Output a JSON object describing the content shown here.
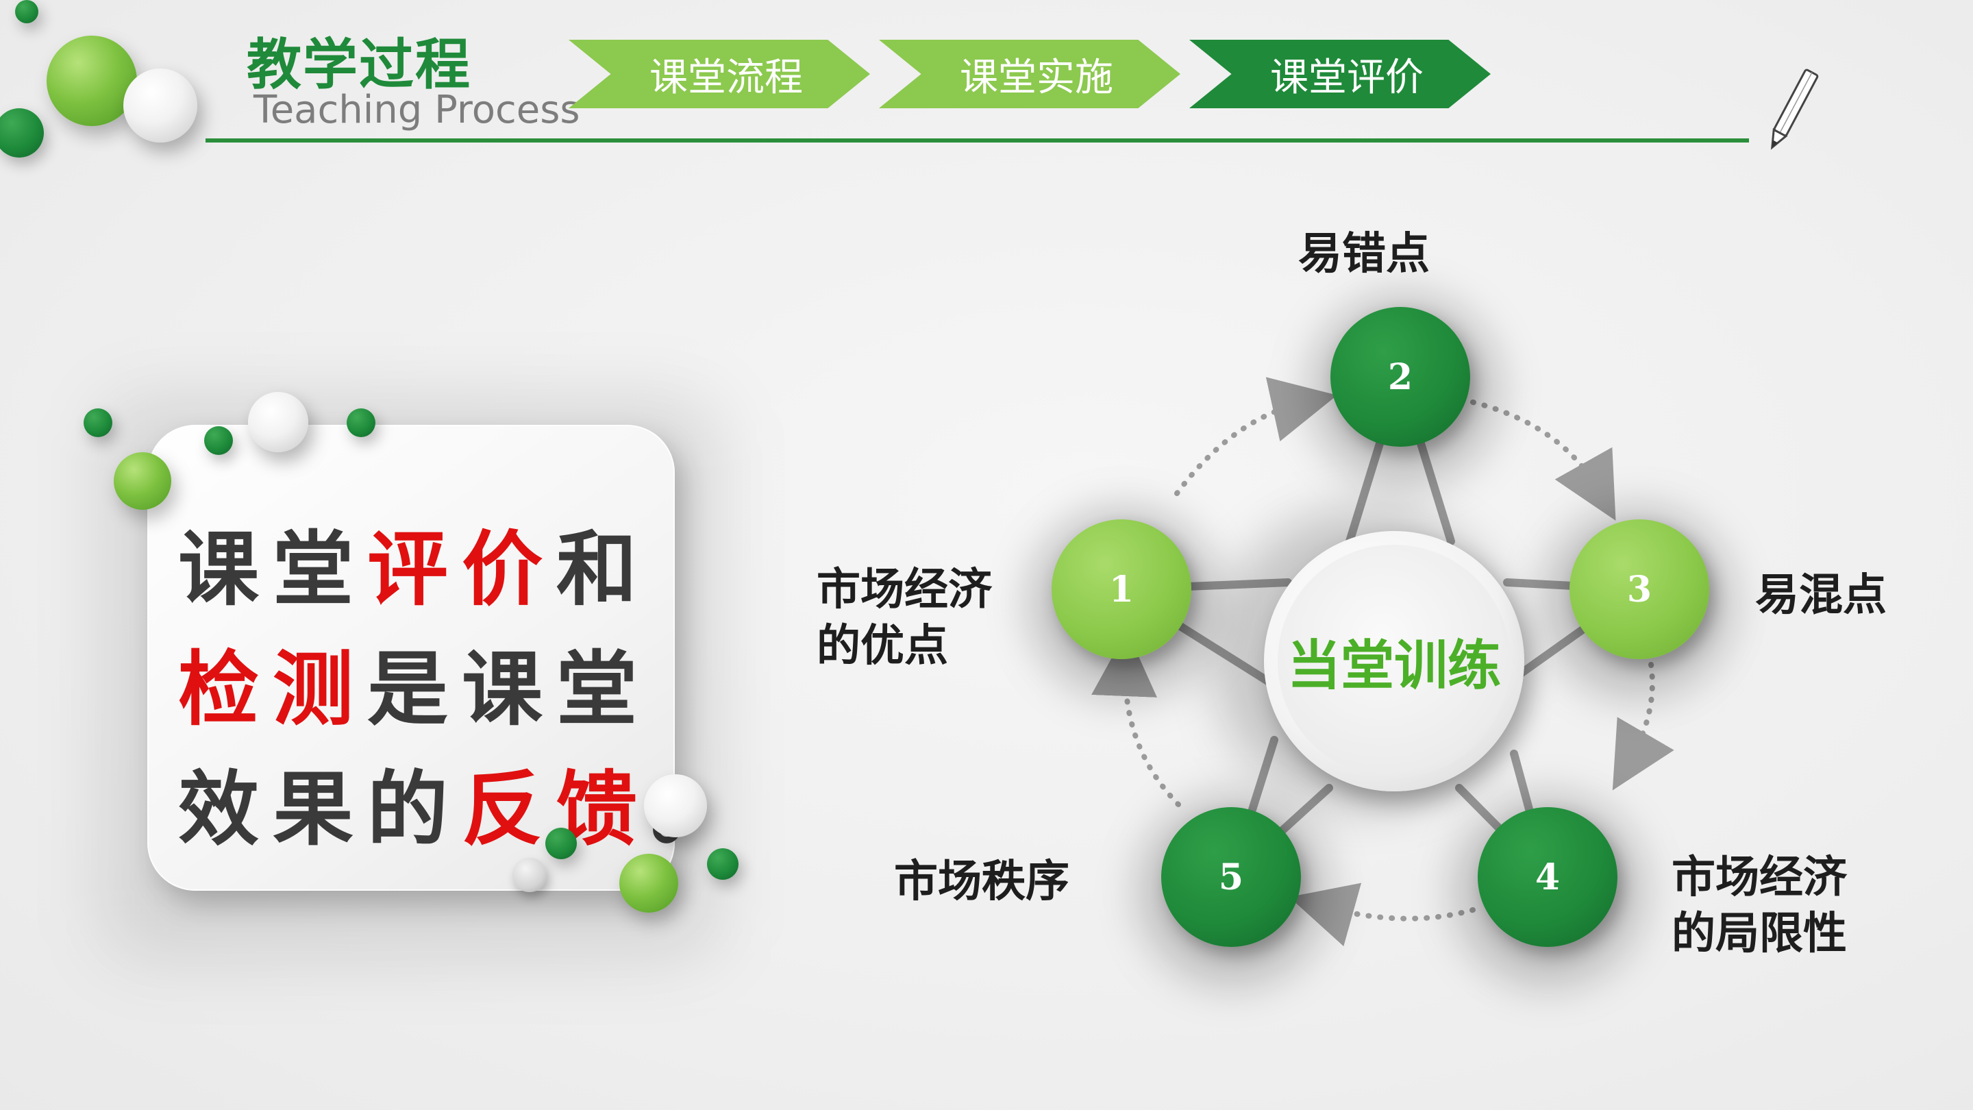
{
  "header": {
    "title": "教学过程",
    "subtitle": "Teaching Process",
    "steps": [
      {
        "label": "课堂流程",
        "state": "light"
      },
      {
        "label": "课堂实施",
        "state": "light"
      },
      {
        "label": "课堂评价",
        "state": "active"
      }
    ],
    "icon": "pen-icon"
  },
  "card": {
    "line1": {
      "a": "课堂",
      "b": "评价",
      "c": "和"
    },
    "line2": {
      "a": "检测",
      "b": "是课堂"
    },
    "line3": {
      "a": "效果的",
      "b": "反馈",
      "c": "。"
    }
  },
  "diagram": {
    "center": "当堂训练",
    "nodes": [
      {
        "number": "1",
        "label_lines": [
          "市场经济",
          "的优点"
        ],
        "tone": "light"
      },
      {
        "number": "2",
        "label_lines": [
          "易错点"
        ],
        "tone": "dark"
      },
      {
        "number": "3",
        "label_lines": [
          "易混点"
        ],
        "tone": "light"
      },
      {
        "number": "4",
        "label_lines": [
          "市场经济",
          "的局限性"
        ],
        "tone": "dark"
      },
      {
        "number": "5",
        "label_lines": [
          "市场秩序"
        ],
        "tone": "dark"
      }
    ]
  },
  "colors": {
    "green_dark": "#1f8a3a",
    "green_light": "#8cc94f",
    "highlight_red": "#e01010",
    "text_dark": "#3a3a3a"
  }
}
